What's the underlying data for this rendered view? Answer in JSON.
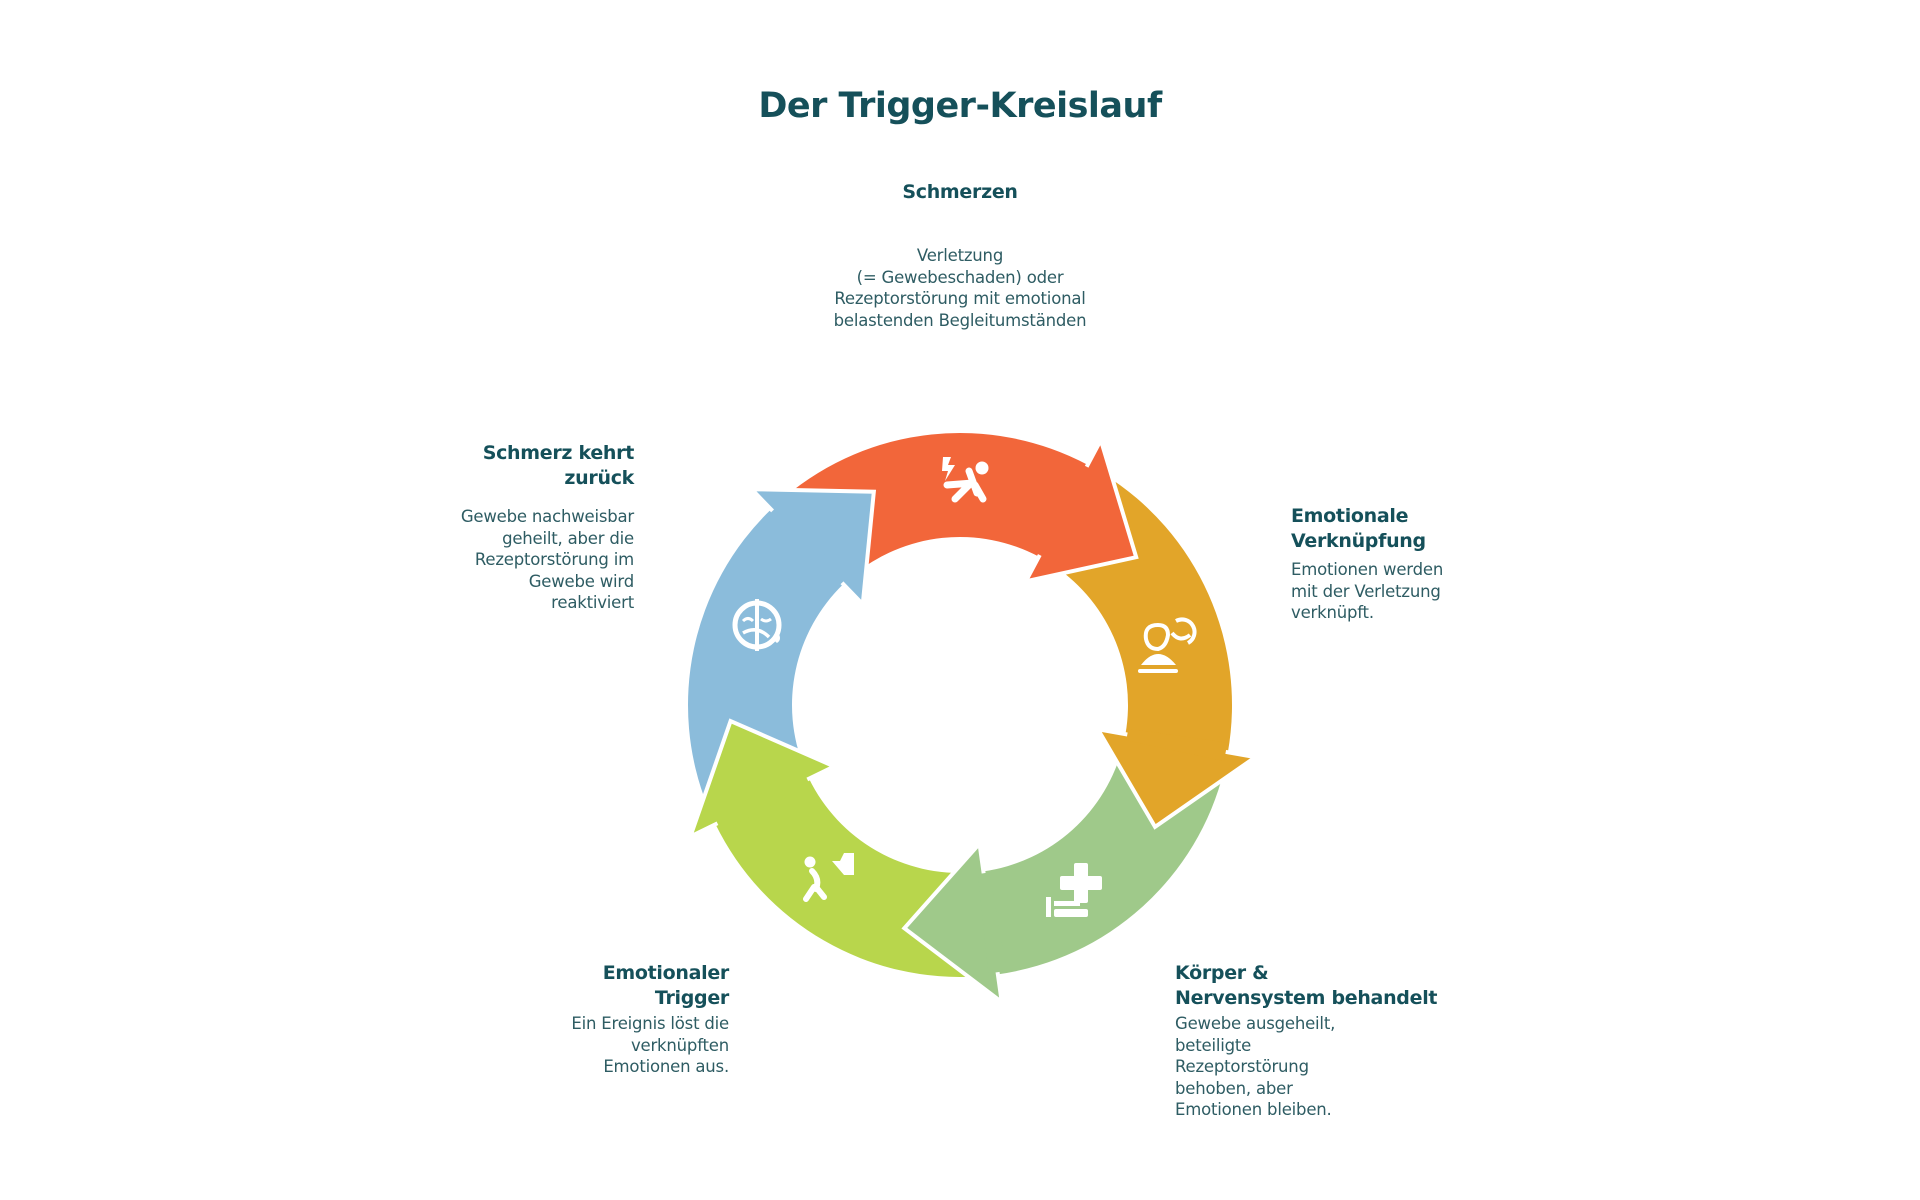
{
  "title": "Der Trigger-Kreislauf",
  "steps": [
    {
      "id": "schmerzen",
      "heading": "Schmerzen",
      "text": "Verletzung\n(= Gewebeschaden) oder\nRezeptorstörung mit emotional\nbelastenden Begleitumständen",
      "icon": "falling-person-icon",
      "color": "#f2663a"
    },
    {
      "id": "emotionale-verknuepfung",
      "heading": "Emotionale\nVerknüpfung",
      "text": "Emotionen werden\nmit der Verletzung\nverknüpft.",
      "icon": "emotional-person-icon",
      "color": "#e2a529"
    },
    {
      "id": "koerper-behandelt",
      "heading": "Körper &\nNervensystem behandelt",
      "text": "Gewebe ausgeheilt,\nbeteiligte\nRezeptorstörung\nbehoben, aber\nEmotionen bleiben.",
      "icon": "medical-care-icon",
      "color": "#9fc98a"
    },
    {
      "id": "emotionaler-trigger",
      "heading": "Emotionaler\nTrigger",
      "text": "Ein Ereignis löst die\nverknüpften\nEmotionen aus.",
      "icon": "trigger-person-icon",
      "color": "#b8d64c"
    },
    {
      "id": "schmerz-kehrt-zurueck",
      "heading": "Schmerz kehrt\nzurück",
      "text": "Gewebe nachweisbar\ngeheilt, aber die\nRezeptorstörung im\nGewebe wird\nreaktiviert",
      "icon": "sad-face-icon",
      "color": "#8bbcdb"
    }
  ],
  "colors": {
    "heading": "#15505a",
    "body_text": "#2e5c63",
    "background": "#ffffff"
  }
}
